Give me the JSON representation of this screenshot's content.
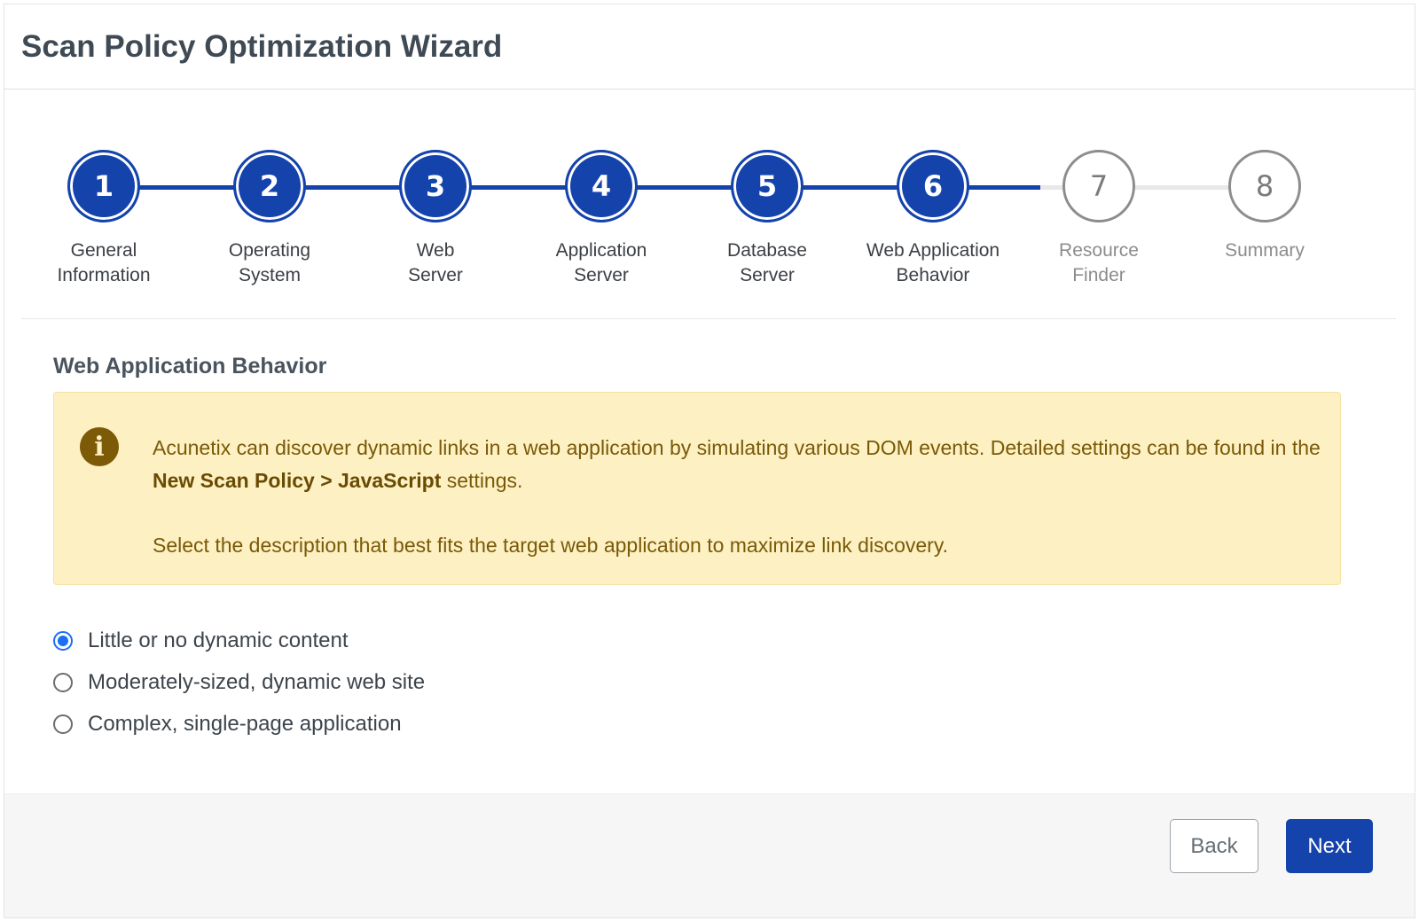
{
  "dialog": {
    "title": "Scan Policy Optimization Wizard"
  },
  "steps": [
    {
      "number": "1",
      "label": "General\nInformation",
      "state": "done"
    },
    {
      "number": "2",
      "label": "Operating\nSystem",
      "state": "done"
    },
    {
      "number": "3",
      "label": "Web\nServer",
      "state": "done"
    },
    {
      "number": "4",
      "label": "Application\nServer",
      "state": "done"
    },
    {
      "number": "5",
      "label": "Database\nServer",
      "state": "done"
    },
    {
      "number": "6",
      "label": "Web Application\nBehavior",
      "state": "done"
    },
    {
      "number": "7",
      "label": "Resource\nFinder",
      "state": "todo"
    },
    {
      "number": "8",
      "label": "Summary",
      "state": "todo"
    }
  ],
  "section": {
    "title": "Web Application Behavior"
  },
  "alert": {
    "icon": "info-icon",
    "line1_prefix": "Acunetix can discover dynamic links in a web application by simulating various DOM events. Detailed settings can be found in the ",
    "line1_bold": "New Scan Policy > JavaScript",
    "line1_suffix": " settings.",
    "line2": "Select the description that best fits the target web application to maximize link discovery."
  },
  "options": [
    {
      "label": "Little or no dynamic content",
      "checked": true
    },
    {
      "label": "Moderately-sized, dynamic web site",
      "checked": false
    },
    {
      "label": "Complex, single-page application",
      "checked": false
    }
  ],
  "footer": {
    "back_label": "Back",
    "next_label": "Next"
  },
  "colors": {
    "accent": "#1543ac",
    "radio": "#1c6ff0",
    "alert_bg": "#fdf1c4",
    "alert_text": "#7a5907"
  }
}
